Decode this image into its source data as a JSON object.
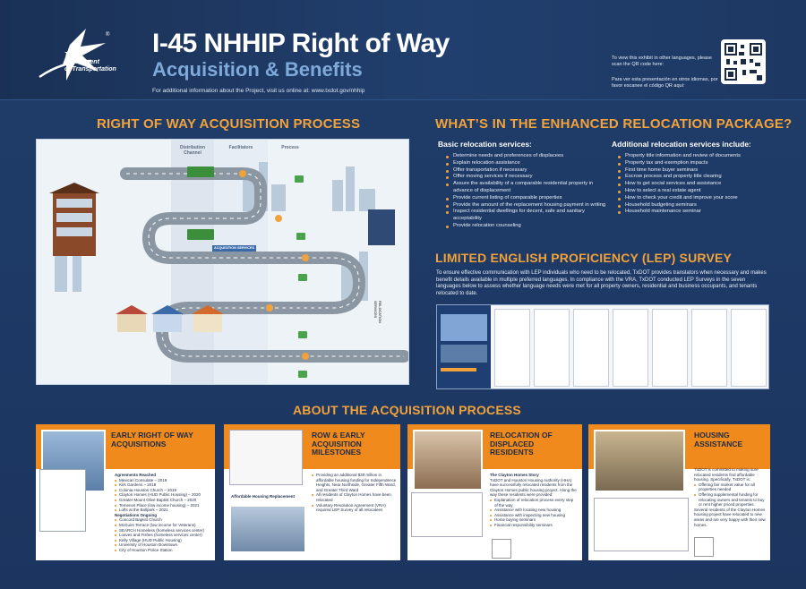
{
  "header": {
    "title_line1": "I-45 NHHIP Right of Way",
    "title_line2": "Acquisition & Benefits",
    "info": "For additional information about the Project, visit us online at: www.txdot.gov/nhhip",
    "agency_line1": "Texas",
    "agency_line2": "Department",
    "agency_line3": "of Transportation",
    "lang_en": "To view this exhibit in other languages, please scan the QR code here:",
    "lang_es": "Para ver esta presentación en otros idiomas, por favor escanee el código QR aquí:",
    "registered_mark": "®"
  },
  "row_process": {
    "heading": "RIGHT OF WAY ACQUISITION PROCESS",
    "col_distribution": "Distribution Channel",
    "col_facilitators": "Facilitators",
    "col_process": "Process",
    "label_acquisition_services": "ACQUISITION SERVICES",
    "label_relocation_services": "RELOCATION SERVICES"
  },
  "relocation_package": {
    "heading": "WHAT’S IN THE ENHANCED RELOCATION PACKAGE?",
    "basic_head": "Basic relocation services:",
    "basic_items": [
      "Determine needs and preferences of displacees",
      "Explain relocation assistance",
      "Offer transportation if necessary",
      "Offer moving services if necessary",
      "Assure the availability of a comparable residential property in advance of displacement",
      "Provide current listing of comparable properties",
      "Provide the amount of the replacement housing payment in writing",
      "Inspect residential dwellings for decent, safe and sanitary acceptability",
      "Provide relocation counseling"
    ],
    "additional_head": "Additional relocation services include:",
    "additional_items": [
      "Property title information and review of documents",
      "Property tax and exemption impacts",
      "First time home buyer seminars",
      "Escrow process and property title clearing",
      "How to get social services and assistance",
      "How to select a real estate agent",
      "How to check your credit and improve your score",
      "Household budgeting seminars",
      "Household maintenance seminar"
    ]
  },
  "lep": {
    "heading": "LIMITED ENGLISH PROFICIENCY (LEP) SURVEY",
    "paragraph": "To ensure effective communication with LEP individuals who need to be relocated, TxDOT provides translators when necessary and makes benefit details available in multiple preferred languages. In compliance with the VRA, TxDOT conducted LEP Surveys in the seven languages below to assess whether language needs were met for all property owners, residential and business occupants, and tenants relocated to date."
  },
  "about": {
    "heading": "ABOUT THE ACQUISITION PROCESS",
    "cards": [
      {
        "title": "EARLY RIGHT OF WAY ACQUISITIONS",
        "agreements_head": "Agreements Reached",
        "agreements": [
          "Mexican Consulate – 2019",
          "Kirk Gardens – 2019",
          "Colonia Houston Church – 2019",
          "Clayton Homes (HUD Public Housing) – 2020",
          "Greater Mount Olive Baptist Church – 2020",
          "Temenos Place (low income housing) – 2021",
          "Lofts at the Ballpark – 2021"
        ],
        "negotiations_head": "Negotiations Ongoing",
        "negotiations": [
          "Concord Baptist Church",
          "McGuire Terrace (low income for Veterans)",
          "SEARCH Homeless (homeless services center)",
          "Loaves and Fishes (homeless services center)",
          "Kelly Village (HUD Public Housing)",
          "University of Houston Downtown",
          "City of Houston Police Station"
        ]
      },
      {
        "title": "ROW & EARLY ACQUISITION MILESTONES",
        "photo_caption": "Affordable Housing Replacement",
        "items": [
          "Providing an additional $30 million in affordable housing funding for Independence Heights, Near Northside, Greater Fifth Ward, and Greater Third Ward",
          "All residents of Clayton Homes have been relocated",
          "Voluntary Resolution Agreement (VRA) required LEP Survey of all relocatees"
        ]
      },
      {
        "title": "RELOCATION OF DISPLACED RESIDENTS",
        "story_head": "The Clayton Homes Story",
        "story": "TxDOT and Houston Housing Authority (HHA) have successfully relocated residents from the Clayton Homes public housing project. Along the way these residents were provided:",
        "items": [
          "Explanation of relocation process every step of the way",
          "Assistance with locating new housing",
          "Assistance with inspecting new housing",
          "Home buying seminars",
          "Financial responsibility seminars"
        ]
      },
      {
        "title": "HOUSING ASSISTANCE",
        "body": "TxDOT is committed to making sure relocated residents find affordable housing. Specifically, TxDOT is:",
        "items": [
          "Offering fair market value for all properties needed",
          "Offering supplemental funding for relocating owners and tenants to buy or rent higher priced properties."
        ],
        "closing": "Several residents of the Clayton Homes housing project have relocated to new areas and are very happy with their new homes."
      }
    ]
  },
  "colors": {
    "background": "#1e3a66",
    "accent": "#f2a23a",
    "card_band": "#f08a1c"
  }
}
